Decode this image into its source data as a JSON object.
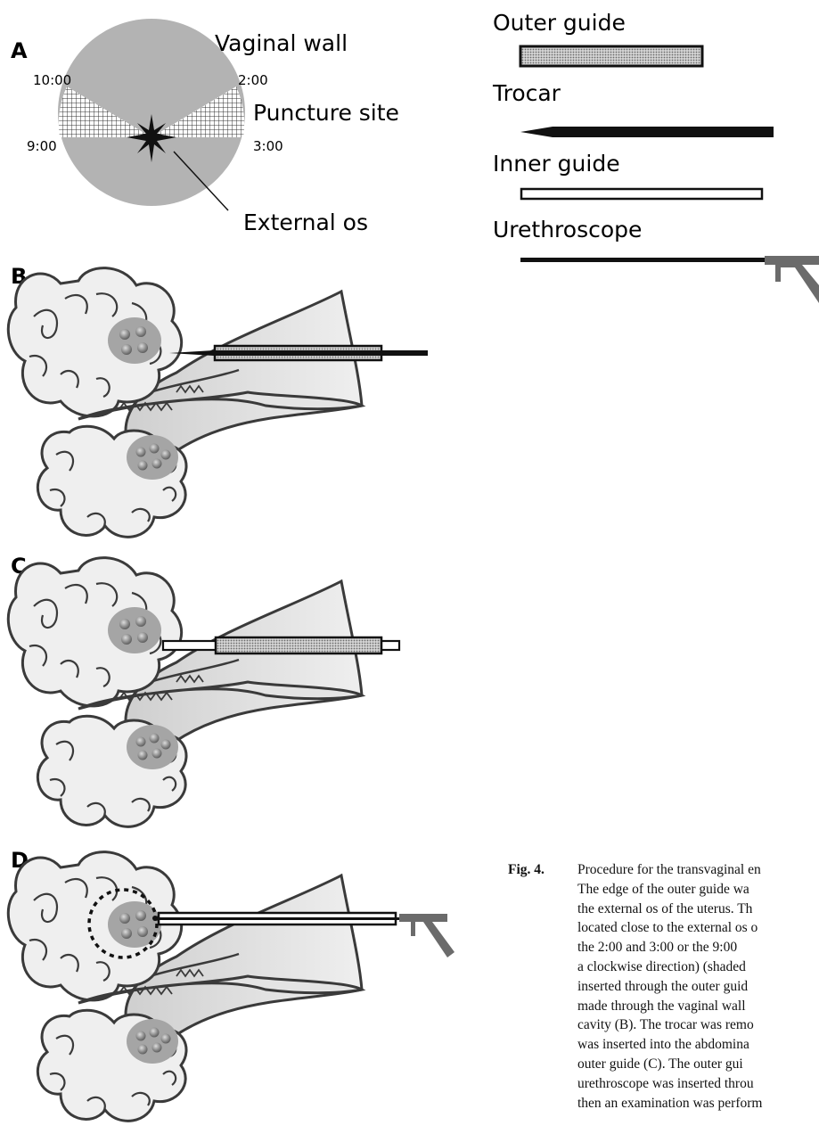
{
  "panels": {
    "a": {
      "letter": "A",
      "vaginal_wall": "Vaginal wall",
      "puncture_site": "Puncture site",
      "external_os": "External os",
      "clock_10": "10:00",
      "clock_2": "2:00",
      "clock_9": "9:00",
      "clock_3": "3:00"
    },
    "b": {
      "letter": "B"
    },
    "c": {
      "letter": "C"
    },
    "d": {
      "letter": "D"
    }
  },
  "legend": {
    "outer_guide": "Outer guide",
    "trocar": "Trocar",
    "inner_guide": "Inner guide",
    "urethroscope": "Urethroscope"
  },
  "caption": {
    "fig_label": "Fig. 4.",
    "lines": [
      "Procedure for the transvaginal en",
      "The edge of the outer guide wa",
      "the external os of the uterus. Th",
      "located close to the external os o",
      "the 2:00 and 3:00 or the 9:00",
      "a clockwise direction) (shaded",
      "inserted through the outer guid",
      "made through the vaginal wall",
      "cavity (B). The trocar was remo",
      "was inserted into the abdomina",
      "outer guide (C). The outer gui",
      "urethroscope was inserted throu",
      "then an examination was perform"
    ]
  },
  "colors": {
    "ovary_fill": "#a5a5a5",
    "follicle_fill": "#7a7a7a",
    "tissue_fill": "#ececec",
    "disc_fill": "#b3b3b3",
    "scope_gray": "#6b6b6b"
  }
}
